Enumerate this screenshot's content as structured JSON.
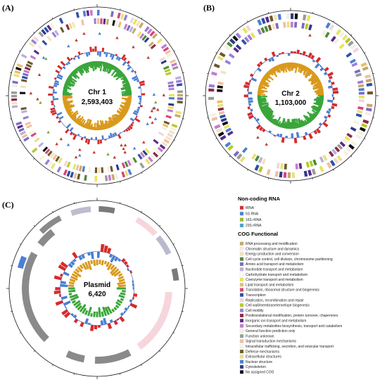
{
  "panels": [
    {
      "label": "(A)",
      "name": "Chr 1",
      "size": "2,593,403",
      "inner_top": "#3aa63a",
      "inner_bottom": "#d99a1c"
    },
    {
      "label": "(B)",
      "name": "Chr 2",
      "size": "1,103,000",
      "inner_top": "#d99a1c",
      "inner_bottom": "#3aa63a"
    },
    {
      "label": "(C)",
      "name": "Plasmid",
      "size": "6,420",
      "inner_top": "#d99a1c",
      "inner_bottom": "#3aa63a"
    }
  ],
  "legend": {
    "noncoding_title": "Non-coding RNA",
    "noncoding": [
      {
        "label": "tRNA",
        "color": "#d62b2b"
      },
      {
        "label": "5S RNA",
        "color": "#4a7fd4"
      },
      {
        "label": "16S rRNA",
        "color": "#9bbb2c"
      },
      {
        "label": "23S rRNA",
        "color": "#4aa3c8"
      }
    ],
    "cog_title": "COG Functional",
    "cog": [
      {
        "label": "RNA processing and modification",
        "color": "#c8a96b"
      },
      {
        "label": "Chromatin structure and dynamics",
        "color": "#f3efe6"
      },
      {
        "label": "Energy production and conversion",
        "color": "#f4e3c0"
      },
      {
        "label": "Cell cycle control, cell division, chromosome partitioning",
        "color": "#4f8a3a"
      },
      {
        "label": "Amino acid transport and metabolism",
        "color": "#7d6bc2"
      },
      {
        "label": "Nucleotide transport and metabolism",
        "color": "#b9b0dd"
      },
      {
        "label": "Carbohydrate transport and metabolism",
        "color": "#ffffff"
      },
      {
        "label": "Coenzyme transport and metabolism",
        "color": "#e8e45a"
      },
      {
        "label": "Lipid transport and metabolism",
        "color": "#e8c06a"
      },
      {
        "label": "Translation, ribosomal structure and biogenesis",
        "color": "#d7467a"
      },
      {
        "label": "Transcription",
        "color": "#2e4fa8"
      },
      {
        "label": "Replication, recombination and repair",
        "color": "#f0d6dc"
      },
      {
        "label": "Cell wall/membrane/envelope biogenesis",
        "color": "#b7c92a"
      },
      {
        "label": "Cell motility",
        "color": "#9a7fd8"
      },
      {
        "label": "Posttranslational modification, protein turnover, chaperones",
        "color": "#8a2a4a"
      },
      {
        "label": "Inorganic ion transport and metabolism",
        "color": "#5a2a8a"
      },
      {
        "label": "Secondary metabolites biosynthesis, transport and catabolism",
        "color": "#c47ad0"
      },
      {
        "label": "General function prediction only",
        "color": "#f6f2dc"
      },
      {
        "label": "Function unknown",
        "color": "#9a9a9a"
      },
      {
        "label": "Signal transduction mechanisms",
        "color": "#f0c0a0"
      },
      {
        "label": "Intracellular trafficking, secretion, and vesicular transport",
        "color": "#f7f5ef"
      },
      {
        "label": "Defense mechanisms",
        "color": "#6b5a2a"
      },
      {
        "label": "Extracellular structures",
        "color": "#e9e27a"
      },
      {
        "label": "Nuclear structure",
        "color": "#4a7fd4"
      },
      {
        "label": "Cytoskeleton",
        "color": "#2e3a8a"
      },
      {
        "label": "No assigned COG",
        "color": "#111111"
      }
    ]
  }
}
